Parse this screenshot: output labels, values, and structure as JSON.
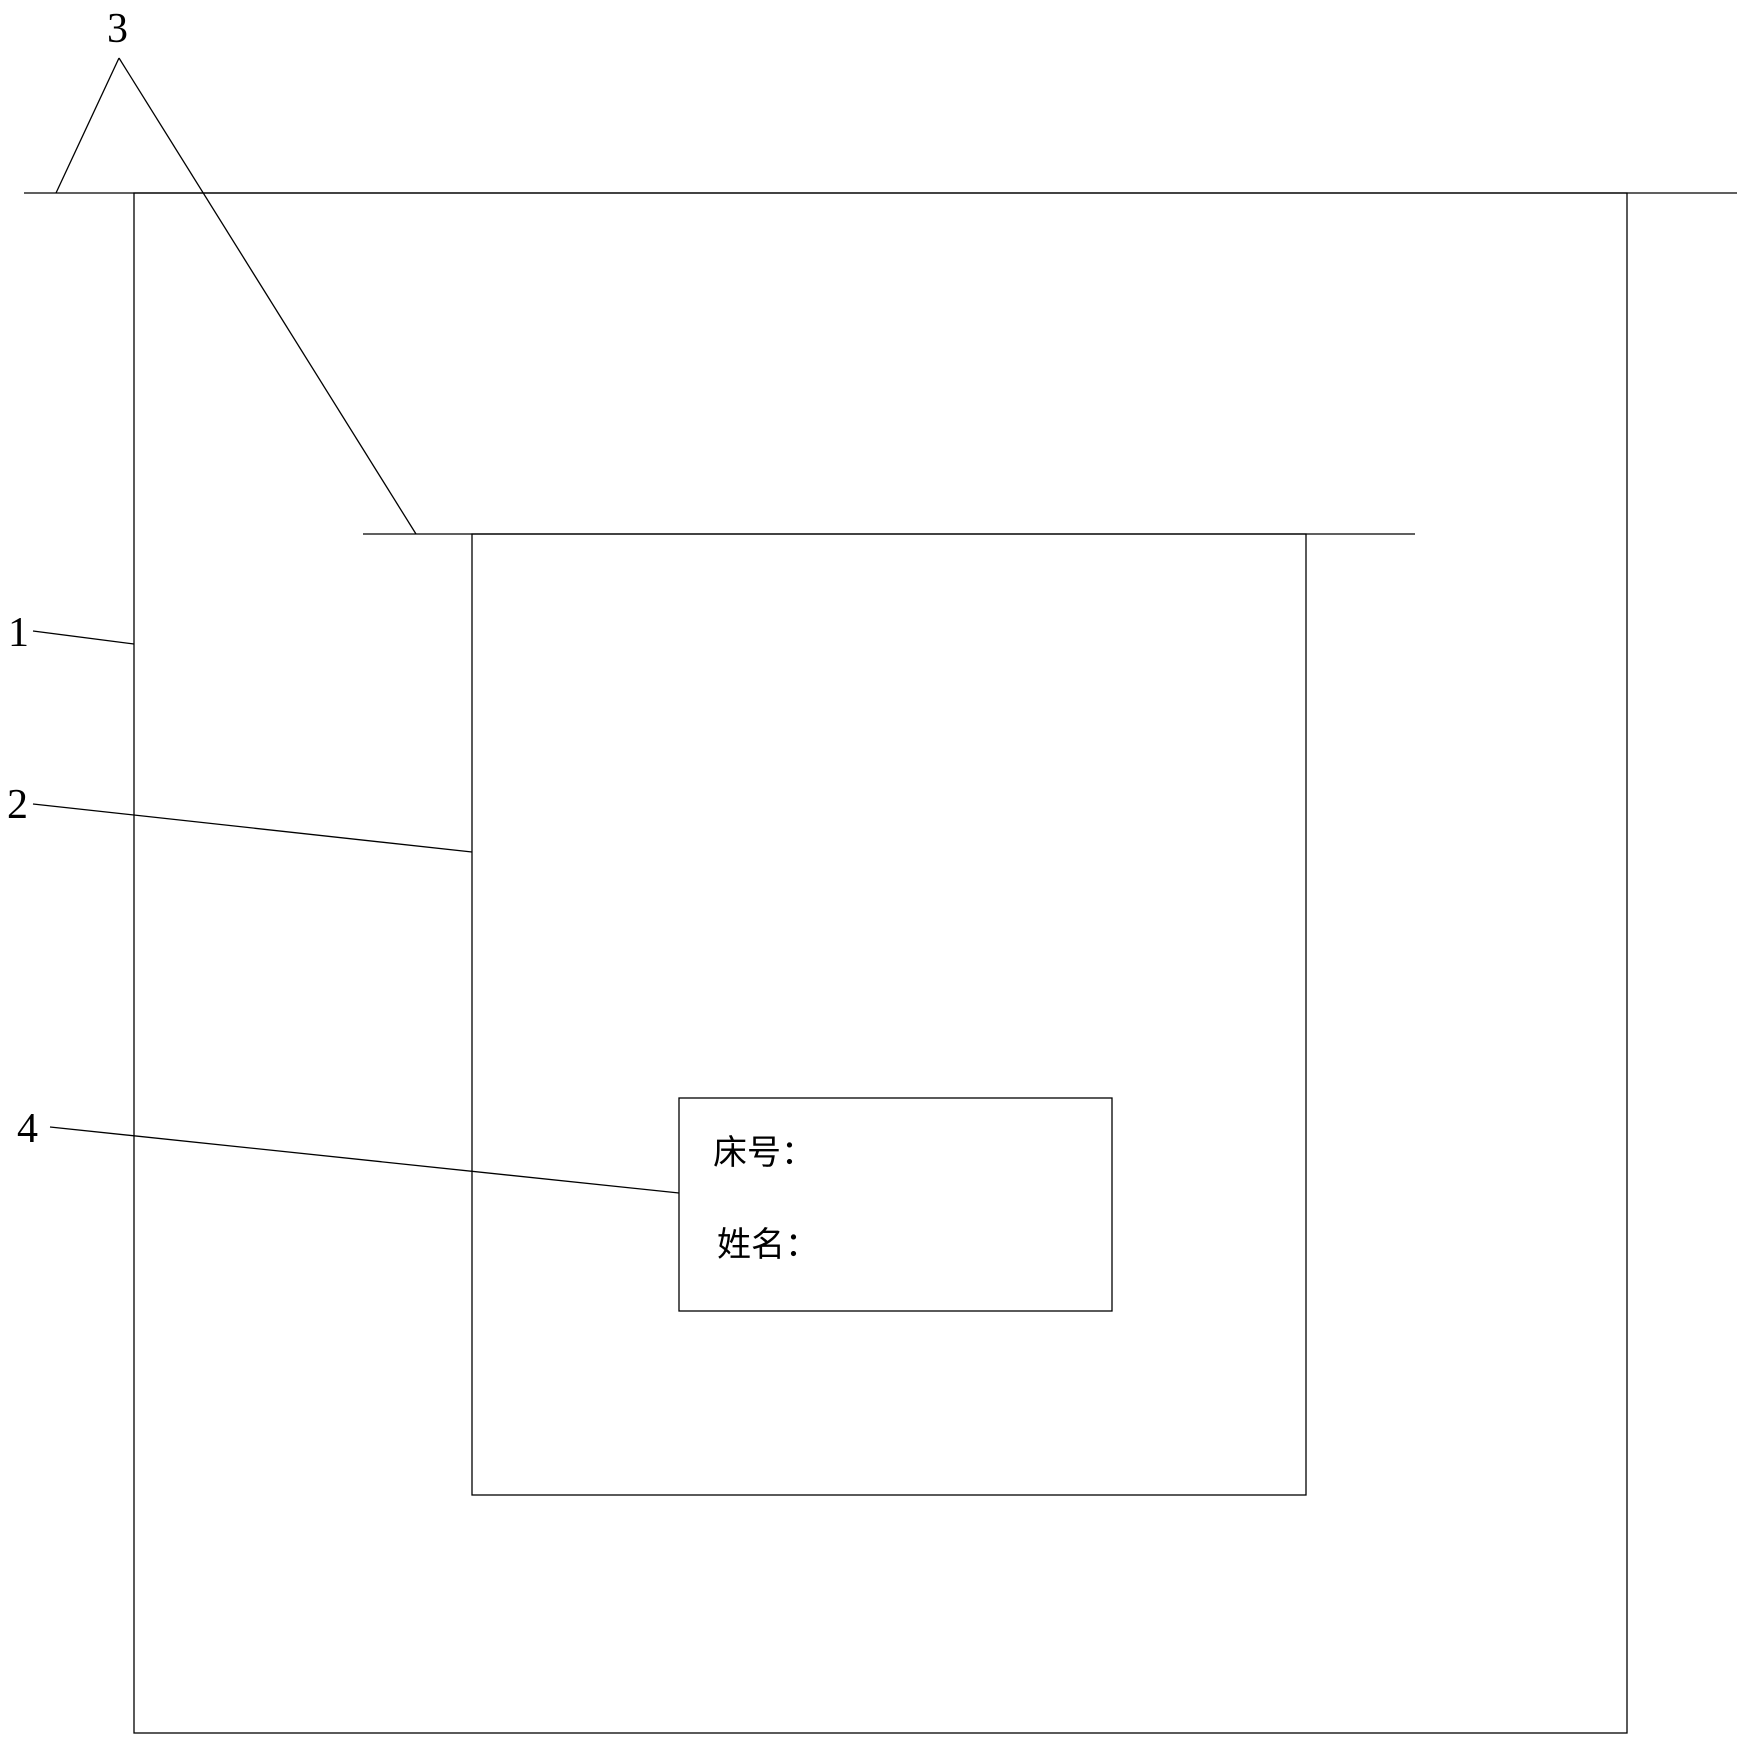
{
  "labels": {
    "part1": "1",
    "part2": "2",
    "part3": "3",
    "part4": "4"
  },
  "info_card": {
    "bed_number_label": "床号：",
    "name_label": "姓名："
  }
}
